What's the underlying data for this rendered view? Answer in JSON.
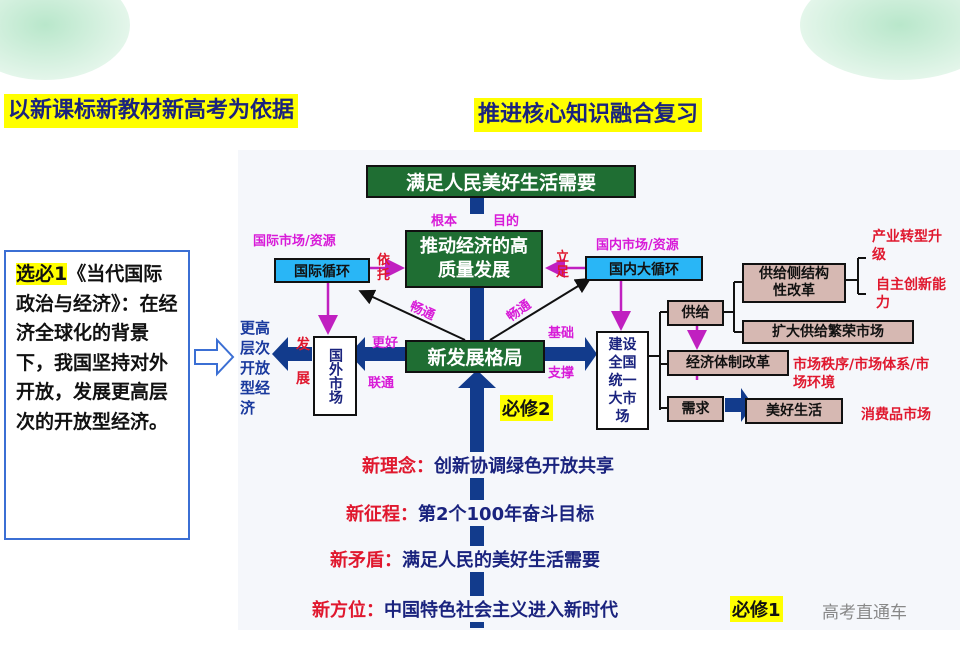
{
  "header": {
    "left_title": "以新课标新教材新高考为依据",
    "right_title": "推进核心知识融合复习"
  },
  "side_box": {
    "highlight": "选必1",
    "text": "《当代国际政治与经济》：在经济全球化的背景下，我国坚持对外开放，发展更高层次的开放型经济。"
  },
  "diagram": {
    "top_goal": "满足人民美好生活需要",
    "root_left": "根本",
    "root_right": "目的",
    "center_top": "推动经济的高质量发展",
    "intl_res": "国际市场/资源",
    "intl_cycle": "国际循环",
    "rely": "依托",
    "dom_res": "国内市场/资源",
    "dom_cycle": "国内大循环",
    "stand": "立足",
    "smooth_left": "畅通",
    "smooth_right": "畅通",
    "new_pattern": "新发展格局",
    "better": "更好",
    "connect": "联通",
    "foreign_market": "国外市场",
    "develop_top": "发",
    "develop_bottom": "展",
    "higher_open": "更高层次开放型经济",
    "basis": "基础",
    "support": "支撑",
    "unified_market": "建设全国统一大市场",
    "supply": "供给",
    "supply_reform": "供给侧结构性改革",
    "expand_supply": "扩大供给繁荣市场",
    "industry": "产业转型升级",
    "innovation": "自主创新能力",
    "system_reform": "经济体制改革",
    "market_order": "市场秩序/市场体系/市场环境",
    "demand": "需求",
    "good_life": "美好生活",
    "consumer_market": "消费品市场",
    "bixiu2": "必修2",
    "chain": [
      {
        "k": "新理念：",
        "v": "创新协调绿色开放共享"
      },
      {
        "k": "新征程：",
        "v": "第2个100年奋斗目标"
      },
      {
        "k": "新矛盾：",
        "v": "满足人民的美好生活需要"
      },
      {
        "k": "新方位：",
        "v": "中国特色社会主义进入新时代"
      }
    ],
    "bixiu1": "必修1"
  },
  "watermark": "高考直通车",
  "colors": {
    "green_box": "#1f6e33",
    "cyan_box": "#29b6f6",
    "pink_box": "#d6b8b2",
    "arrow": "#123b8c",
    "highlight": "#ffff00"
  }
}
